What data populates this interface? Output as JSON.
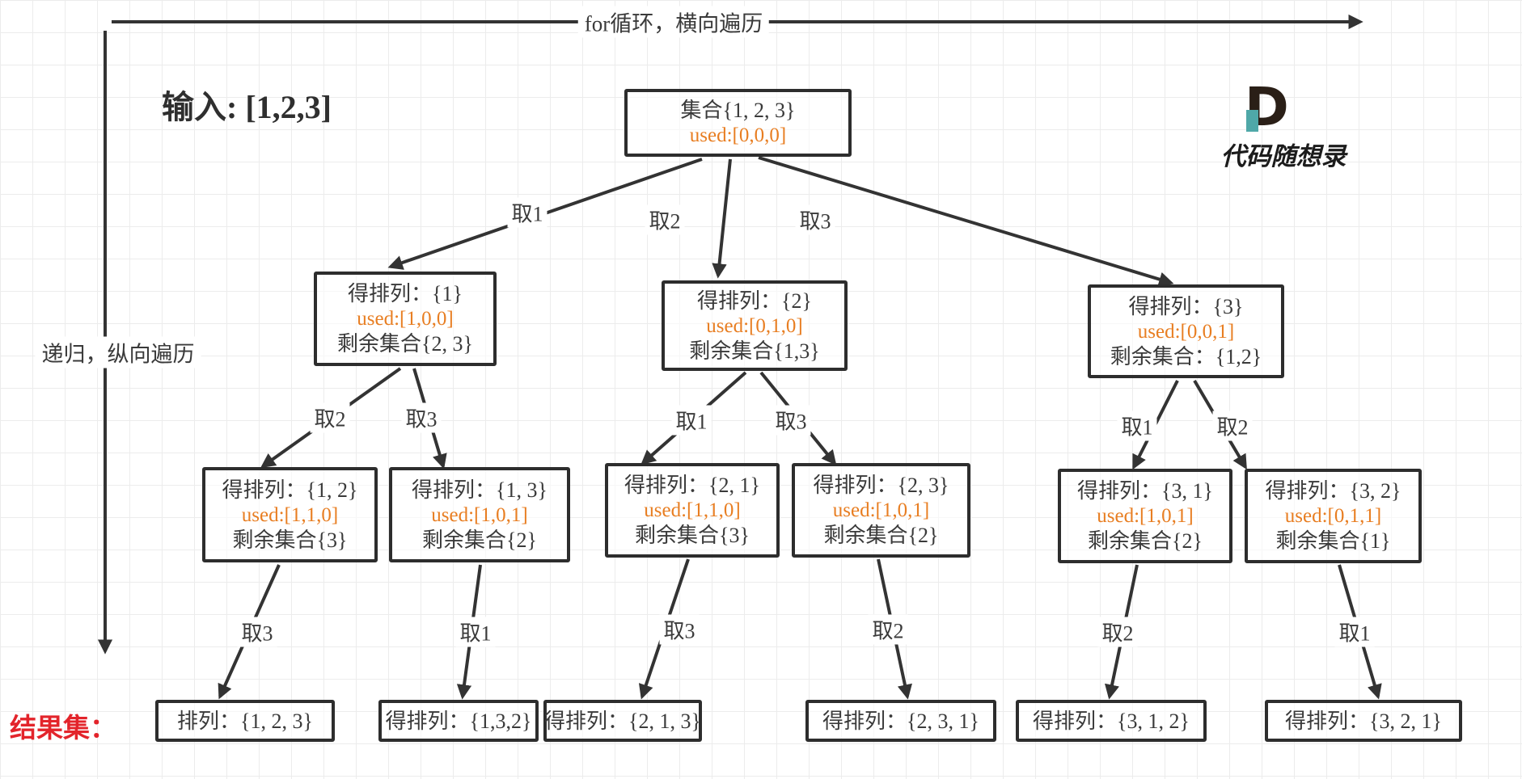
{
  "colors": {
    "used_text": "#e87e22",
    "result_red": "#e3242b",
    "edge_line": "#333333",
    "node_border": "#2d2d2d",
    "logo_teal": "#4fa8a8",
    "logo_dark": "#2a1f17"
  },
  "header": {
    "top_arrow_label": "for循环，横向遍历",
    "left_arrow_label": "递归，纵向遍历",
    "input_label": "输入: [1,2,3]"
  },
  "logo": {
    "letter": "D",
    "brand": "代码随想录"
  },
  "tree": {
    "root": {
      "title": "集合{1, 2, 3}",
      "used": "used:[0,0,0]"
    },
    "branch_labels_l1": [
      "取1",
      "取2",
      "取3"
    ],
    "level2": [
      {
        "perm": "得排列：{1}",
        "used": "used:[1,0,0]",
        "remain": "剩余集合{2, 3}"
      },
      {
        "perm": "得排列：{2}",
        "used": "used:[0,1,0]",
        "remain": "剩余集合{1,3}"
      },
      {
        "perm": "得排列：{3}",
        "used": "used:[0,0,1]",
        "remain": "剩余集合：{1,2}"
      }
    ],
    "branch_labels_l2": [
      "取2",
      "取3",
      "取1",
      "取3",
      "取1",
      "取2"
    ],
    "level3": [
      {
        "perm": "得排列：{1, 2}",
        "used": "used:[1,1,0]",
        "remain": "剩余集合{3}"
      },
      {
        "perm": "得排列：{1, 3}",
        "used": "used:[1,0,1]",
        "remain": "剩余集合{2}"
      },
      {
        "perm": "得排列：{2, 1}",
        "used": "used:[1,1,0]",
        "remain": "剩余集合{3}"
      },
      {
        "perm": "得排列：{2, 3}",
        "used": "used:[1,0,1]",
        "remain": "剩余集合{2}"
      },
      {
        "perm": "得排列：{3, 1}",
        "used": "used:[1,0,1]",
        "remain": "剩余集合{2}"
      },
      {
        "perm": "得排列：{3, 2}",
        "used": "used:[0,1,1]",
        "remain": "剩余集合{1}"
      }
    ],
    "branch_labels_l3": [
      "取3",
      "取1",
      "取3",
      "取2",
      "取2",
      "取1"
    ]
  },
  "results": {
    "label": "结果集：",
    "items": [
      "排列：{1, 2, 3}",
      "得排列：{1,3,2}",
      "得排列：{2, 1, 3}",
      "得排列：{2, 3, 1}",
      "得排列：{3, 1, 2}",
      "得排列：{3, 2, 1}"
    ]
  }
}
